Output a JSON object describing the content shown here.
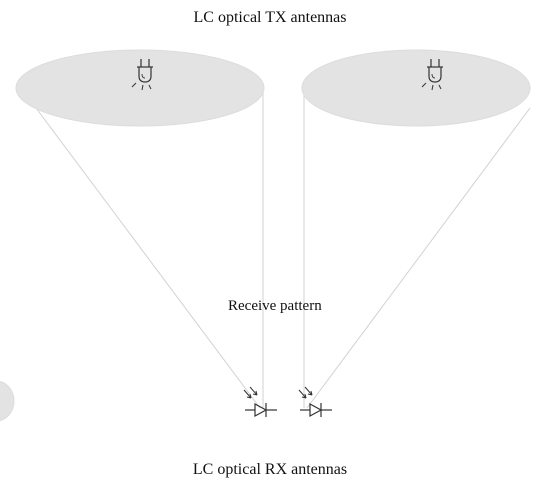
{
  "diagram": {
    "tx_title": "LC optical TX antennas",
    "pattern_label": "Receive pattern",
    "rx_title": "LC optical RX antennas",
    "colors": {
      "ellipse_fill": "#e3e3e3",
      "beam_line": "#d2d2d2",
      "symbol_stroke": "#333333"
    },
    "transmitters": [
      {
        "id": "tx-left",
        "icon": "lamp-icon"
      },
      {
        "id": "tx-right",
        "icon": "lamp-icon"
      }
    ],
    "receivers": [
      {
        "id": "rx-left",
        "icon": "photodiode-icon"
      },
      {
        "id": "rx-right",
        "icon": "photodiode-icon"
      }
    ],
    "edge_fragments": [
      {
        "id": "partial-ellipse-left",
        "icon": "partial-ellipse"
      }
    ]
  }
}
